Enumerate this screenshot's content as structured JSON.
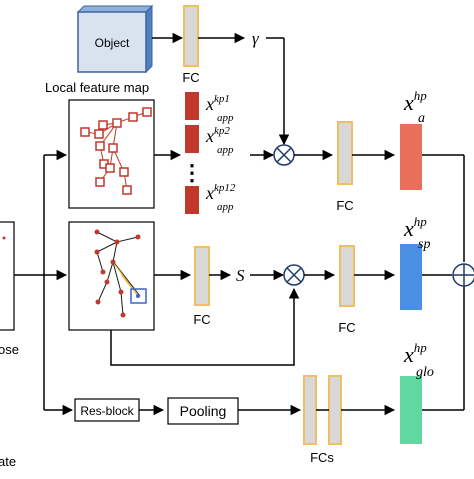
{
  "object_box": {
    "label": "Object"
  },
  "local_feature_map_label": "Local feature map",
  "fc_label": "FC",
  "fcs_label": "FCs",
  "gamma_symbol": "γ",
  "s_symbol": "S",
  "ellipsis": "⋮",
  "res_block_label": "Res-block",
  "pooling_label": "Pooling",
  "left_partial_labels": {
    "pose": "ose",
    "bottom": "ate"
  },
  "kp_features": [
    {
      "base": "x",
      "sup": "kp1",
      "sub": "app"
    },
    {
      "base": "x",
      "sup": "kp2",
      "sub": "app"
    },
    {
      "base": "x",
      "sup": "kp12",
      "sub": "app"
    }
  ],
  "outputs": [
    {
      "base": "x",
      "sup": "hp",
      "sub": "a",
      "color": "#e8705a"
    },
    {
      "base": "x",
      "sup": "hp",
      "sub": "sp",
      "color": "#4a90e2"
    },
    {
      "base": "x",
      "sup": "hp",
      "sub": "glo",
      "color": "#5fd9a0"
    }
  ],
  "colors": {
    "kp_block": "#c0392b",
    "fc_fill": "#d8d8d8",
    "fc_border": "#f0c060",
    "object_face": "#d9e3ef",
    "object_side": "#4f81bd"
  }
}
